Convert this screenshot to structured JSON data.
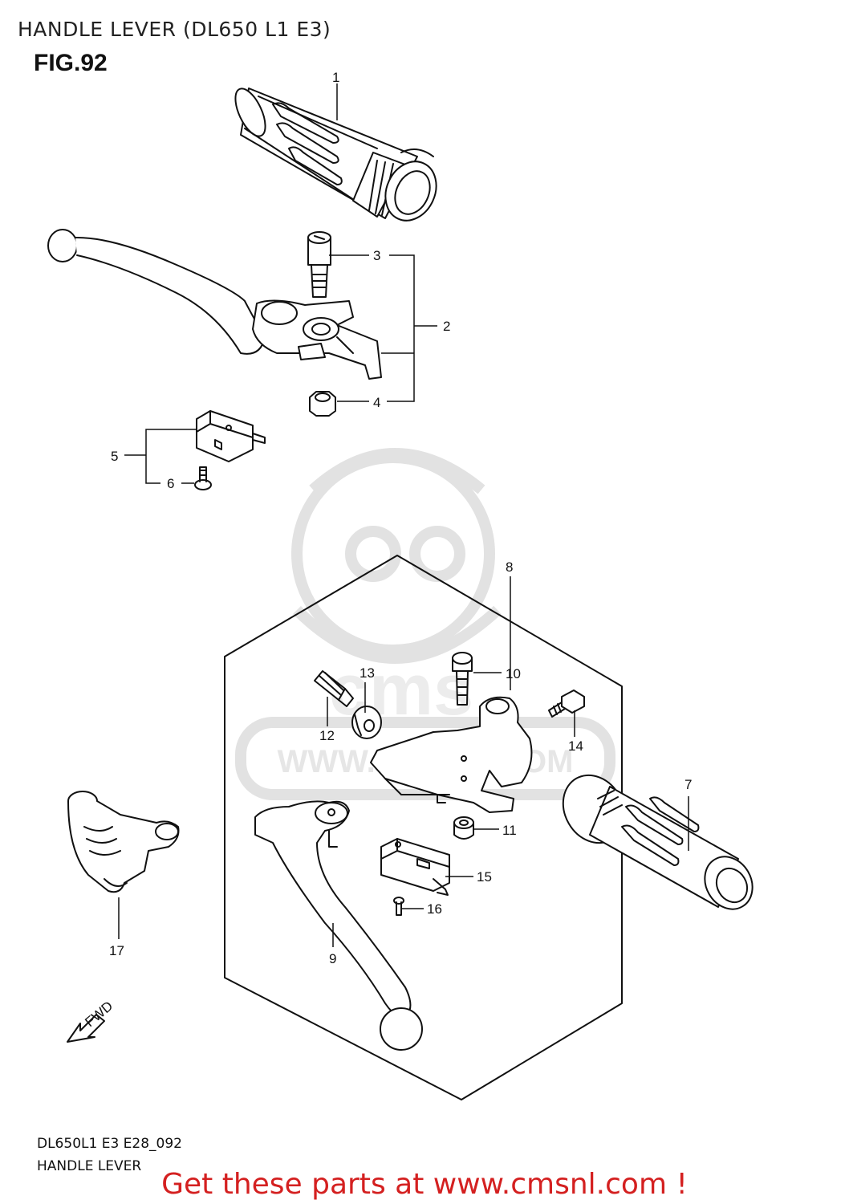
{
  "header": {
    "title": "HANDLE LEVER (DL650 L1 E3)",
    "figure": "FIG.92"
  },
  "watermark": {
    "logo_text": "cms",
    "url_text": "WWW.CMSNL.COM"
  },
  "fwd_label": "FWD",
  "parts": {
    "p1": "1",
    "p2": "2",
    "p3": "3",
    "p4": "4",
    "p5": "5",
    "p6": "6",
    "p7": "7",
    "p8": "8",
    "p9": "9",
    "p10": "10",
    "p11": "11",
    "p12": "12",
    "p13": "13",
    "p14": "14",
    "p15": "15",
    "p16": "16",
    "p17": "17"
  },
  "footer": {
    "code": "DL650L1 E3 E28_092",
    "caption": "HANDLE LEVER",
    "cta": "Get these parts at www.cmsnl.com !"
  },
  "colors": {
    "cta": "#d42020",
    "line": "#111111",
    "watermark": "#e6e6e6"
  }
}
